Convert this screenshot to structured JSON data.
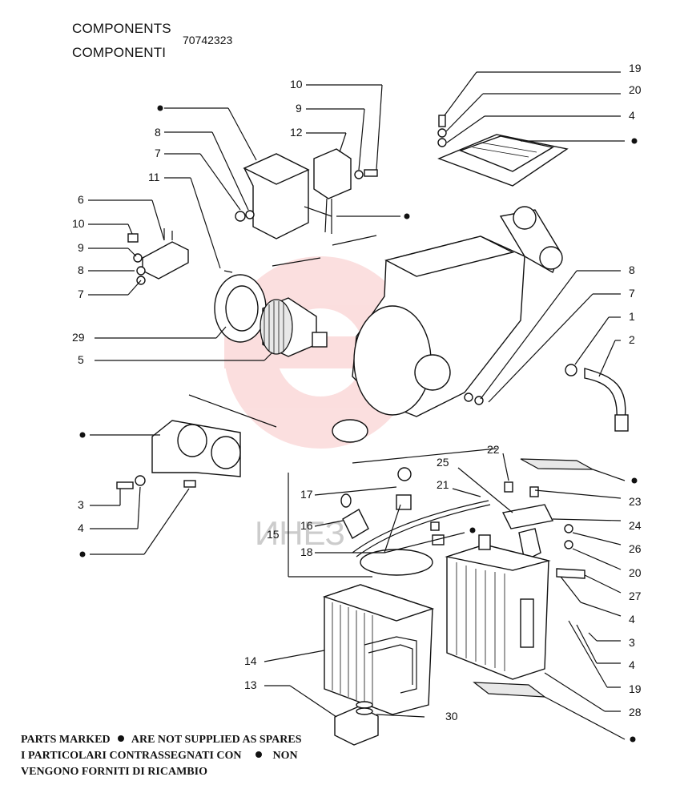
{
  "header": {
    "title_en": "COMPONENTS",
    "title_it": "COMPONENTI",
    "part_number": "70742323"
  },
  "footer": {
    "line1_prefix": "PARTS MARKED",
    "line1_suffix": "ARE NOT SUPPLIED AS SPARES",
    "line2_prefix": "I PARTICOLARI CONTRASSEGNATI CON",
    "line2_suffix": "NON",
    "line3": "VENGONO FORNITI DI RICAMBIO"
  },
  "callouts": {
    "c19a": "19",
    "c20a": "20",
    "c4a": "4",
    "c10a": "10",
    "c9a": "9",
    "c12": "12",
    "c8a": "8",
    "c7a": "7",
    "c11": "11",
    "c6": "6",
    "c10b": "10",
    "c9b": "9",
    "c8b": "8",
    "c7b": "7",
    "c29": "29",
    "c5": "5",
    "c8c": "8",
    "c7c": "7",
    "c1": "1",
    "c2": "2",
    "c3a": "3",
    "c4b": "4",
    "c22": "22",
    "c25": "25",
    "c21": "21",
    "c17": "17",
    "c16": "16",
    "c15": "15",
    "c18": "18",
    "c23": "23",
    "c24": "24",
    "c26": "26",
    "c20b": "20",
    "c27": "27",
    "c4c": "4",
    "c3b": "3",
    "c4d": "4",
    "c19b": "19",
    "c28": "28",
    "c14": "14",
    "c13": "13",
    "c30": "30"
  },
  "watermark": "ИНЕЗ",
  "colors": {
    "ink": "#111111",
    "watermark": "#f08080"
  }
}
